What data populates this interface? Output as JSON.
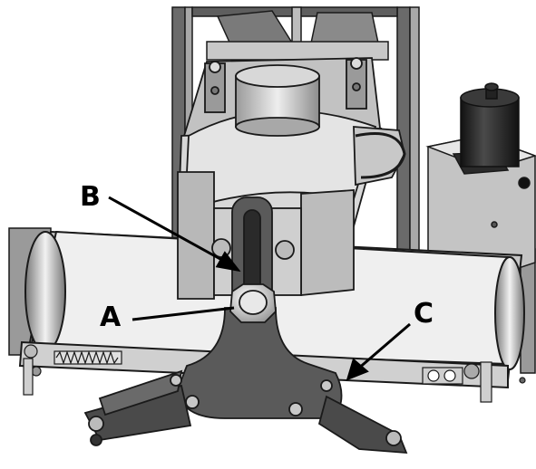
{
  "labels": {
    "a": "A",
    "b": "B",
    "c": "C"
  },
  "colors": {
    "outline": "#1a1a1a",
    "dark_metal": "#4a4a4a",
    "mid_metal": "#8a8a8a",
    "light_metal": "#d9d9d9",
    "belt": "#efefef",
    "background": "#ffffff"
  }
}
